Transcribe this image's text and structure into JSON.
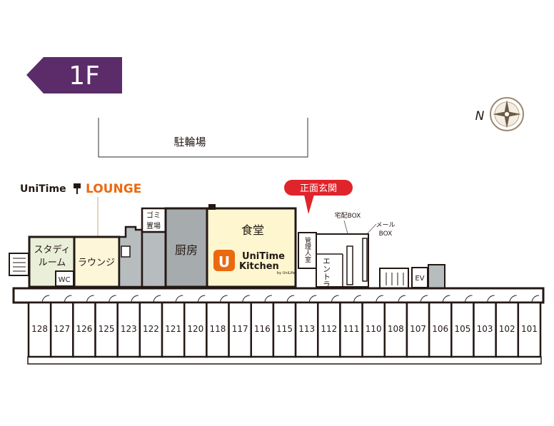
{
  "floor": {
    "label": "1F"
  },
  "compass": {
    "north": "N"
  },
  "bicycle_parking": {
    "label": "駐輪場"
  },
  "lounge_brand": {
    "unitime": "UniTime",
    "lounge": "LOUNGE"
  },
  "front_entrance": {
    "label": "正面玄関"
  },
  "delivery_box": {
    "label": "宅配BOX"
  },
  "mail_box": {
    "line1": "メール",
    "line2": "BOX"
  },
  "rooms": {
    "study": {
      "line1": "スタディ",
      "line2": "ルーム"
    },
    "lounge": {
      "label": "ラウンジ"
    },
    "wc": {
      "label": "WC"
    },
    "garbage": {
      "line1": "ゴミ",
      "line2": "置場"
    },
    "kitchen": {
      "label": "厨房"
    },
    "dining": {
      "label": "食堂"
    },
    "management": {
      "label": "管理人室"
    },
    "entrance": {
      "label": "エントランス"
    },
    "ev": {
      "label": "EV"
    }
  },
  "kitchen_brand": {
    "line1": "UniTime",
    "line2": "Kitchen",
    "sub": "by UniLife",
    "badge": "U"
  },
  "unit_numbers": [
    "128",
    "127",
    "126",
    "125",
    "123",
    "122",
    "121",
    "120",
    "118",
    "117",
    "116",
    "115",
    "113",
    "112",
    "111",
    "110",
    "108",
    "107",
    "106",
    "105",
    "103",
    "102",
    "101"
  ],
  "colors": {
    "floor_badge": "#5c2b6a",
    "entrance_callout": "#e0242b",
    "lounge_orange": "#ea6a10",
    "study_room": "#e9efd8",
    "lounge_room": "#fdf6d8",
    "dining_room": "#fdf6cf",
    "kitchen_gray": "#a6abad",
    "service_gray": "#b7bcbf",
    "wall": "#231815"
  }
}
